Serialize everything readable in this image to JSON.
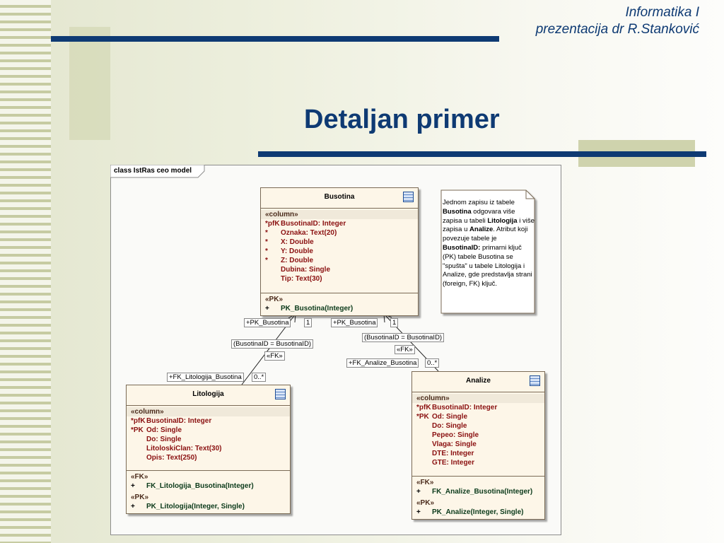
{
  "header": {
    "line1": "Informatika I",
    "line2": "prezentacija dr R.Stanković"
  },
  "slide_title": "Detaljan primer",
  "diagram": {
    "frame_label": "class IstRas ceo model",
    "classes": {
      "busotina": {
        "name": "Busotina",
        "columns_stereotype": "«column»",
        "columns": [
          {
            "prefix": "*pfK",
            "text": "BusotinaID:  Integer"
          },
          {
            "prefix": "*",
            "text": "Oznaka:  Text(20)"
          },
          {
            "prefix": "*",
            "text": "X:  Double"
          },
          {
            "prefix": "*",
            "text": "Y:  Double"
          },
          {
            "prefix": "*",
            "text": "Z:  Double"
          },
          {
            "prefix": "",
            "text": "Dubina:  Single"
          },
          {
            "prefix": "",
            "text": "Tip:  Text(30)"
          }
        ],
        "pk_stereotype": "«PK»",
        "pk_ops": [
          {
            "prefix": "+",
            "text": "PK_Busotina(Integer)"
          }
        ]
      },
      "litologija": {
        "name": "Litologija",
        "columns_stereotype": "«column»",
        "columns": [
          {
            "prefix": "*pfK",
            "text": "BusotinaID:  Integer"
          },
          {
            "prefix": "*PK",
            "text": "Od:  Single"
          },
          {
            "prefix": "",
            "text": "Do:  Single"
          },
          {
            "prefix": "",
            "text": "LitoloskiClan:  Text(30)"
          },
          {
            "prefix": "",
            "text": "Opis:  Text(250)"
          }
        ],
        "fk_stereotype": "«FK»",
        "fk_ops": [
          {
            "prefix": "+",
            "text": "FK_Litologija_Busotina(Integer)"
          }
        ],
        "pk_stereotype": "«PK»",
        "pk_ops": [
          {
            "prefix": "+",
            "text": "PK_Litologija(Integer, Single)"
          }
        ]
      },
      "analize": {
        "name": "Analize",
        "columns_stereotype": "«column»",
        "columns": [
          {
            "prefix": "*pfK",
            "text": "BusotinaID:  Integer"
          },
          {
            "prefix": "*PK",
            "text": "Od:  Single"
          },
          {
            "prefix": "",
            "text": "Do:  Single"
          },
          {
            "prefix": "",
            "text": "Pepeo:  Single"
          },
          {
            "prefix": "",
            "text": "Vlaga:  Single"
          },
          {
            "prefix": "",
            "text": "DTE:  Integer"
          },
          {
            "prefix": "",
            "text": "GTE:  Integer"
          }
        ],
        "fk_stereotype": "«FK»",
        "fk_ops": [
          {
            "prefix": "+",
            "text": "FK_Analize_Busotina(Integer)"
          }
        ],
        "pk_stereotype": "«PK»",
        "pk_ops": [
          {
            "prefix": "+",
            "text": "PK_Analize(Integer, Single)"
          }
        ]
      }
    },
    "assoc_left": {
      "source_role": "+PK_Busotina",
      "source_mult": "1",
      "constraint": "(BusotinaID = BusotinaID)",
      "stereotype": "«FK»",
      "target_role": "+FK_Litologija_Busotina",
      "target_mult": "0..*"
    },
    "assoc_right": {
      "source_role": "+PK_Busotina",
      "source_mult": "1",
      "constraint": "(BusotinaID = BusotinaID)",
      "stereotype": "«FK»",
      "target_role": "+FK_Analize_Busotina",
      "target_mult": "0..*"
    },
    "note": {
      "s1": "Jednom zapisu iz tabele ",
      "b1": "Busotina",
      "s2": " odgovara više zapisa u tabeli ",
      "b2": "Litologija",
      "s3": " i više zapisa u ",
      "b3": "Analize",
      "s4": ". Atribut koji povezuje tabele je ",
      "b4": "BusotinaID:",
      "s5": " primarni ključ (PK) tabele Busotina se \"spušta\" u tabele Litologija i Analize, gde predstavlja strani (foreign, FK) ključ."
    }
  }
}
